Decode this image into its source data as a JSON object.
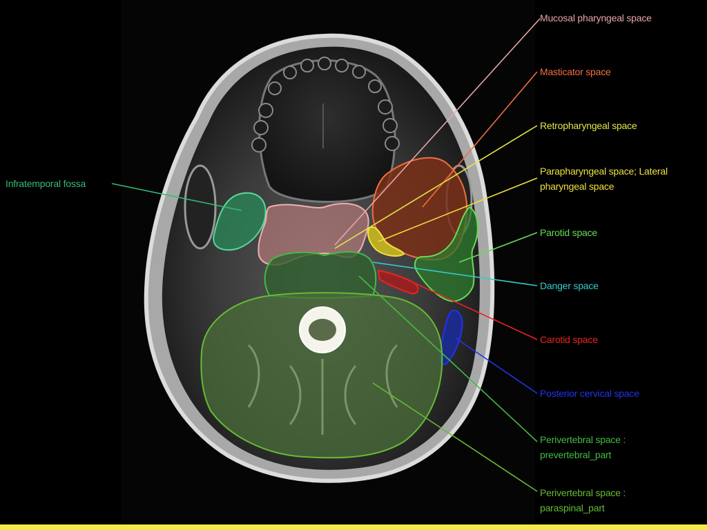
{
  "colors": {
    "background": "#000000",
    "bottom_bar": "#f5e94a",
    "mucosal": "#e8a6a6",
    "masticator": "#f07040",
    "retropharyngeal": "#e6e64a",
    "parapharyngeal": "#f0e040",
    "parotid": "#66dd55",
    "danger": "#33cccc",
    "carotid": "#ee2222",
    "posterior_cervical": "#2233ee",
    "infratemporal": "#33bb77",
    "prevertebral": "#44bb44",
    "paraspinal": "#66bb33"
  },
  "labels": {
    "infratemporal": "Infratemporal fossa",
    "mucosal": "Mucosal pharyngeal space",
    "masticator": "Masticator space",
    "retropharyngeal": "Retropharyngeal space",
    "parapharyngeal_1": "Parapharyngeal space; Lateral",
    "parapharyngeal_2": "pharyngeal space",
    "parotid": "Parotid space",
    "danger": "Danger space",
    "carotid": "Carotid space",
    "posterior_cervical": "Posterior cervical space",
    "prevertebral_1": "Perivertebral space :",
    "prevertebral_2": "prevertebral_part",
    "paraspinal_1": "Perivertebral space :",
    "paraspinal_2": "paraspinal_part"
  }
}
